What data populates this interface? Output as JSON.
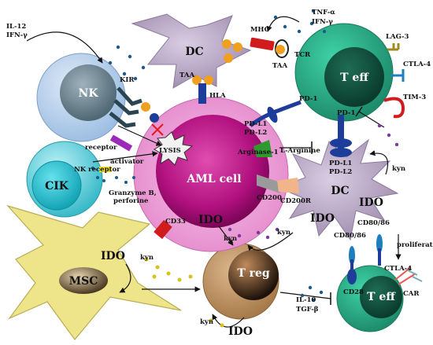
{
  "cells": {
    "dc_top": "DC",
    "nk": "NK",
    "teff_top": "T eff",
    "aml": "AML cell",
    "cik": "CIK",
    "dc_right": "DC",
    "msc": "MSC",
    "treg": "T reg",
    "teff_bottom": "T eff"
  },
  "labels": {
    "il12": "IL-12",
    "ifng_left": "IFN-γ",
    "mhc": "MHC",
    "tnfa": "TNF-α",
    "ifng_right": "IFN-γ",
    "lag3": "LAG-3",
    "ctla4_top": "CTLA-4",
    "tim3": "TIM-3",
    "tcr": "TCR",
    "taa_dc": "TAA",
    "taa_tcr": "TAA",
    "hla": "HLA",
    "kir": "KIR",
    "pd1_top": "PD-1",
    "pd1_mid": "PD-1",
    "pdl1_aml": "PD-L1",
    "pdl2_aml": "PD-L2",
    "arginase": "Arginase-1",
    "larginine": "L-Arginine",
    "receptor": "receptor",
    "activator": "activator",
    "lysis": "LYSIS",
    "nk_receptor": "NK receptor",
    "granzyme": "Granzyme B,",
    "perforine": "perforine",
    "cd33": "CD33",
    "cd200": "CD200",
    "cd200r": "CD200R",
    "pdl1_dc": "PD-L1",
    "pdl2_dc": "PD-L2",
    "kyn_dc": "kyn",
    "ido_dc": "IDO",
    "ido_dc_left": "IDO",
    "kyn_dc_left": "kyn",
    "cd80_86_a": "CD80/86",
    "cd80_86_b": "CD80/86",
    "proliferation": "proliferation",
    "ido_aml": "IDO",
    "kyn_aml": "kyn",
    "ido_msc": "IDO",
    "kyn_msc": "kyn",
    "il10": "IL-10",
    "tgfb": "TGF-β",
    "cd28": "CD28",
    "ctla4_bottom": "CTLA-4",
    "car": "CAR",
    "kyn_treg": "kyn",
    "ido_treg": "IDO"
  },
  "colors": {
    "dc": "#b9a8c4",
    "nk": "#b9d2ec",
    "teff": "#2aaa8a",
    "aml": "#c0148c",
    "cik": "#4bc6d3",
    "msc": "#eee58a",
    "treg": "#c69c6d",
    "dot": "#1c5a8a",
    "receptor_blue": "#1e3c9a",
    "taa_orange": "#f0a020"
  }
}
